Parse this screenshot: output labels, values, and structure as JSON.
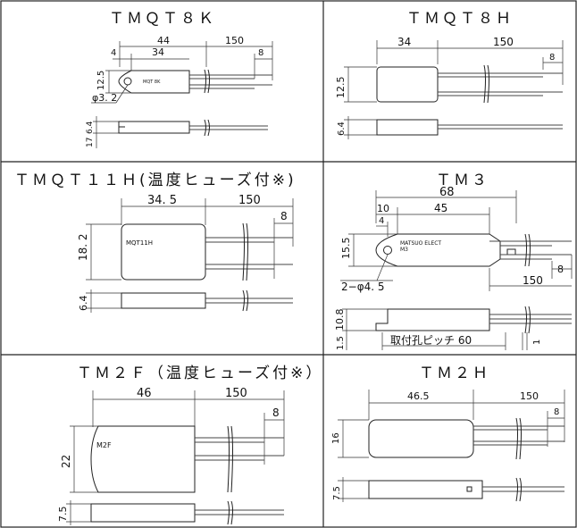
{
  "panels": [
    {
      "title": "ＴＭＱＴ８Ｋ",
      "dims": {
        "total": "44",
        "body": "34",
        "lead": "150",
        "strip": "8",
        "offset": "4",
        "height": "12.5",
        "hole": "φ3. 2",
        "thick": "6.4",
        "base": "17"
      },
      "marking": "MQT 8K"
    },
    {
      "title": "ＴＭＱＴ８Ｈ",
      "dims": {
        "body": "34",
        "lead": "150",
        "strip": "8",
        "height": "12.5",
        "thick": "6.4"
      }
    },
    {
      "title": "ＴＭＱＴ１１Ｈ(温度ヒューズ付※)",
      "dims": {
        "body": "34. 5",
        "lead": "150",
        "strip": "8",
        "height": "18. 2",
        "thick": "6.4"
      },
      "marking": "MQT11H"
    },
    {
      "title": "ＴＭ３",
      "dims": {
        "total": "68",
        "offset_a": "10",
        "offset_b": "4",
        "body": "45",
        "height": "15.5",
        "holes": "2−φ4. 5",
        "strip": "8",
        "lead": "150",
        "thick": "10.8",
        "base": "1.5",
        "pitch": "取付孔ピッチ 60",
        "tab": "1"
      },
      "marking": [
        "MATSUO ELECT",
        "M3"
      ]
    },
    {
      "title": "ＴＭ２Ｆ（温度ヒューズ付※）",
      "dims": {
        "body": "46",
        "lead": "150",
        "strip": "8",
        "height": "22",
        "thick": "7.5"
      },
      "marking": "M2F"
    },
    {
      "title": "ＴＭ２Ｈ",
      "dims": {
        "body": "46.5",
        "lead": "150",
        "strip": "8",
        "height": "16",
        "thick": "7.5"
      }
    }
  ]
}
